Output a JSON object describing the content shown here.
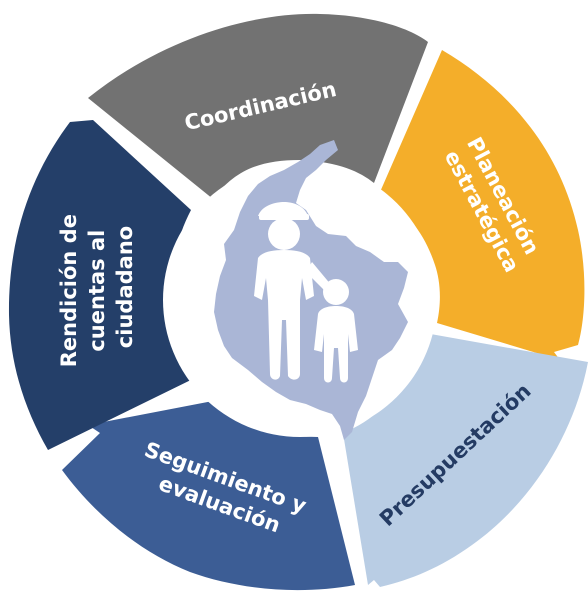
{
  "segments": [
    {
      "id": "coordinacion",
      "lines": [
        "Coordinación"
      ],
      "color": "#727272",
      "text_color": "#ffffff"
    },
    {
      "id": "planeacion",
      "lines": [
        "Planeación",
        "estratégica"
      ],
      "color": "#f4ae2a",
      "text_color": "#ffffff"
    },
    {
      "id": "presupuestacion",
      "lines": [
        "Presupuestación"
      ],
      "color": "#b9cde4",
      "text_color": "#243b63"
    },
    {
      "id": "seguimiento",
      "lines": [
        "Seguimiento y",
        "evaluación"
      ],
      "color": "#3c5d95",
      "text_color": "#ffffff"
    },
    {
      "id": "rendicion",
      "lines": [
        "Rendición de",
        "cuentas al",
        "ciudadano"
      ],
      "color": "#243f69",
      "text_color": "#ffffff"
    }
  ],
  "center": {
    "icon": "colombia-map-with-police-officer-and-child-icon",
    "map_color": "#aab6d6",
    "figure_color": "#ffffff"
  }
}
